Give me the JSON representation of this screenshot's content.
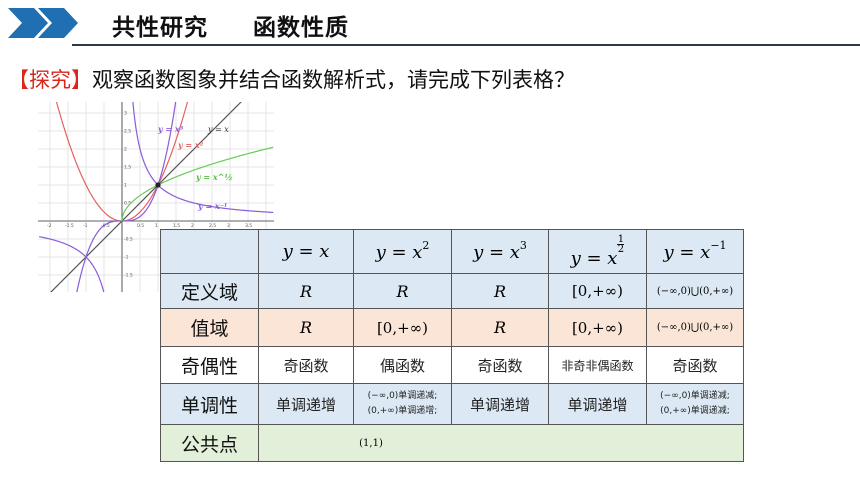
{
  "header": {
    "title": "共性研究     函数性质",
    "accent_color": "#1f6fb2"
  },
  "prompt": {
    "tag": "【探究】",
    "text": "观察函数图象并结合函数解析式，请完成下列表格？"
  },
  "graph": {
    "labels": [
      "y = x³",
      "y = x",
      "y = x²",
      "y = x^½",
      "y = x⁻¹"
    ],
    "x_ticks": [
      "-2",
      "-1.5",
      "-1",
      "-0.5",
      "0.5",
      "1",
      "1.5",
      "2",
      "2.5",
      "3",
      "3.5"
    ],
    "y_ticks": [
      "3",
      "2.5",
      "2",
      "1.5",
      "1",
      "0.5",
      "-0.5",
      "-1",
      "-1.5"
    ],
    "colors": {
      "cube": "#8a5cd8",
      "identity": "#555555",
      "square": "#e56060",
      "sqrt": "#66cc55",
      "inverse": "#8a5cd8"
    }
  },
  "table": {
    "header": {
      "f1": {
        "base": "y = x",
        "exp": ""
      },
      "f2": {
        "base": "y = x",
        "exp": "2"
      },
      "f3": {
        "base": "y = x",
        "exp": "3"
      },
      "f4": {
        "base": "y = x",
        "num": "1",
        "den": "2"
      },
      "f5": {
        "base": "y = x",
        "exp": "−1"
      }
    },
    "rows": {
      "domain": {
        "label": "定义域",
        "c1": "R",
        "c2": "R",
        "c3": "R",
        "c4": "[0,+∞)",
        "c5": "(−∞,0)⋃(0,+∞)"
      },
      "range": {
        "label": "值域",
        "c1": "R",
        "c2": "[0,+∞)",
        "c3": "R",
        "c4": "[0,+∞)",
        "c5": "(−∞,0)⋃(0,+∞)"
      },
      "parity": {
        "label": "奇偶性",
        "c1": "奇函数",
        "c2": "偶函数",
        "c3": "奇函数",
        "c4": "非奇非偶函数",
        "c5": "奇函数"
      },
      "mono": {
        "label": "单调性",
        "c1": "单调递增",
        "c2a": "(−∞,0)单调递减;",
        "c2b": "(0,+∞)单调递增;",
        "c3": "单调递增",
        "c4": "单调递增",
        "c5a": "(−∞,0)单调递减;",
        "c5b": "(0,+∞)单调递减;"
      },
      "common": {
        "label": "公共点",
        "value": "(1,1)"
      }
    }
  }
}
